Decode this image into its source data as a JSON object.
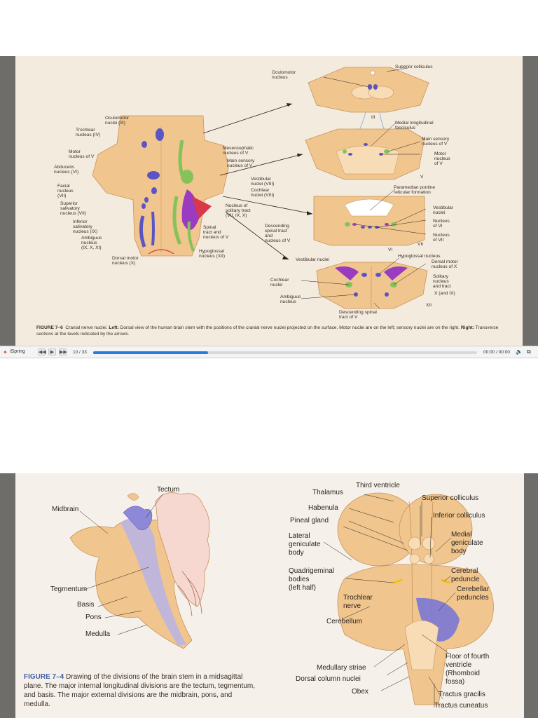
{
  "figure76": {
    "labels": {
      "superior_colliculus": "Superior colliculus",
      "oculomotor_nucleus": "Oculomotor\nnucleus",
      "oculomotor_nuclei": "Oculomotor\nnuclei (III)",
      "trochlear_nucleus": "Trochlear\nnucleus (IV)",
      "motor_nucleus_v": "Motor\nnucleus of V",
      "abducens": "Abducens\nnucleus (VI)",
      "facial": "Facial\nnucleus\n(VII)",
      "superior_salivatory": "Superior\nsalivatory\nnucleus (VII)",
      "inferior_salivatory": "Inferior\nsalivatory\nnucleus (IX)",
      "ambiguus_left": "Ambiguus\nnucleus\n(IX, X, XI)",
      "dorsal_motor_left": "Dorsal motor\nnucleus (X)",
      "mesencephalic": "Mesencephalic\nnucleus of V",
      "main_sensory_mid": "Main sensory\nnucleus of V",
      "vestibular_nuclei_mid": "Vestibular\nnuclei (VIII)",
      "cochlear_nuclei_mid": "Cochlear\nnuclei (VIII)",
      "solitary_tract_mid": "Nucleus of\nsolitary tract\n(VII, IX, X)",
      "spinal_tract": "Spinal\ntract and\nnucleus of V",
      "hypoglossal_mid": "Hypoglossal\nnucleus (XII)",
      "descending_spinal_mid": "Descending\nspinal tract\nand\nnucleus of V",
      "iii": "III",
      "medial_longitudinal": "Medial longitudinal\nfasciculus",
      "main_sensory_right": "Main sensory\nnucleus of V",
      "motor_nucleus_right": "Motor\nnucleus\nof V",
      "v": "V",
      "paramedian": "Paramedian pontine\nreticular formation",
      "vestibular_right": "Vestibular\nnuclei",
      "nucleus_vi": "Nucleus\nof VI",
      "nucleus_vii": "Nucleus\nof VII",
      "vi": "VI",
      "vii": "VII",
      "hypoglossal_right": "Hypoglossal nucleus",
      "dorsal_motor_right": "Dorsal motor\nnucleus of X",
      "vestibular_bottom": "Vestibular nuclei",
      "cochlear_bottom": "Cochlear\nnuclei",
      "ambiguus_bottom": "Ambiguus\nnucleus",
      "solitary_right": "Solitary\nnucleus\nand tract",
      "x_ix": "X (and IX)",
      "xii": "XII",
      "descending_spinal_bottom": "Descending spinal\ntract of V"
    },
    "caption_fig": "FIGURE 7–6",
    "caption_text": "Cranial nerve nuclei. ",
    "caption_left": "Left:",
    "caption_text2": " Dorsal view of the human brain stem with the positions of the cranial nerve nuclei projected on the surface. Motor nuclei are on the left; sensory nuclei are on the right. ",
    "caption_right": "Right:",
    "caption_text3": " Transverse sections at the levels indicated by the arrows."
  },
  "player": {
    "brand": "iSpring",
    "slide_counter": "10 / 33",
    "time": "00:00 / 00:00",
    "progress_fraction": 0.3
  },
  "figure74": {
    "labels": {
      "tectum": "Tectum",
      "midbrain": "Midbrain",
      "tegmentum": "Tegmentum",
      "basis": "Basis",
      "pons": "Pons",
      "medulla": "Medulla",
      "third_ventricle": "Third ventricle",
      "thalamus": "Thalamus",
      "habenula": "Habenula",
      "pineal": "Pineal gland",
      "lateral_geniculate": "Lateral\ngeniculate\nbody",
      "quadrigeminal": "Quadrigeminal\nbodies\n(left half)",
      "trochlear_nerve": "Trochlear\nnerve",
      "cerebellum": "Cerebellum",
      "superior_colliculus": "Superior colliculus",
      "inferior_colliculus": "Inferior colliculus",
      "medial_geniculate": "Medial\ngeniculate\nbody",
      "cerebral_peduncle": "Cerebral\npeduncle",
      "cerebellar_peduncles": "Cerebellar\npeduncles",
      "floor_fourth": "Floor of fourth\nventricle\n(Rhomboid\nfossa)",
      "tractus_gracilis": "Tractus gracilis",
      "tractus_cuneatus": "Tractus cuneatus",
      "medullary_striae": "Medullary striae",
      "dorsal_column": "Dorsal column nuclei",
      "obex": "Obex"
    },
    "caption_fig": "FIGURE 7–4",
    "caption_text": " Drawing of the divisions of the brain stem in a midsagittal plane. The major internal longitudinal divisions are the tectum, tegmentum, and basis. The major external divisions are the midbrain, pons, and medulla."
  },
  "colors": {
    "tissue": "#f0c58e",
    "tissue_dark": "#d9a56a",
    "motor": "#5b55c4",
    "sensory_green": "#86c25a",
    "sensory_purple": "#9a3cc0",
    "red": "#d8384a",
    "blue_pale": "#b7b3e6"
  }
}
